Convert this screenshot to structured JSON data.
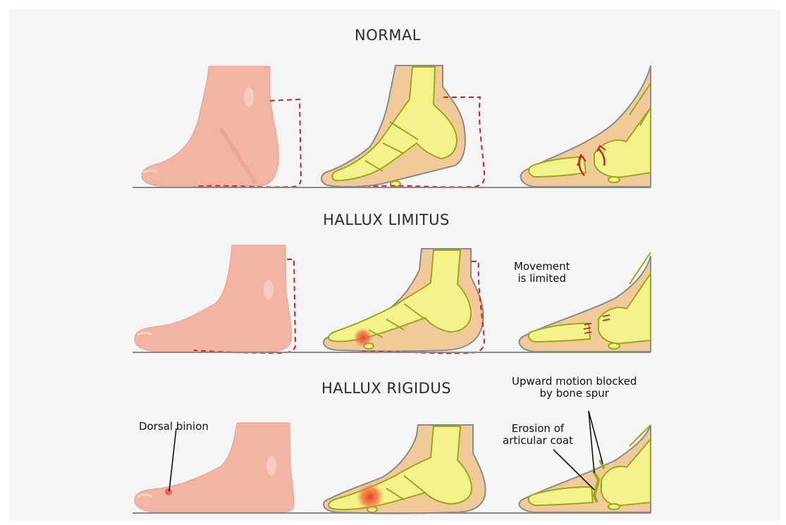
{
  "rows": [
    {
      "title": "NORMAL"
    },
    {
      "title": "HALLUX LIMITUS"
    },
    {
      "title": "HALLUX RIGIDUS"
    }
  ],
  "annotations": {
    "movement_line1": "Movement",
    "movement_line2": "is limited",
    "upward_line1": "Upward motion blocked",
    "upward_line2": "by bone spur",
    "erosion_line1": "Erosion of",
    "erosion_line2": "articular coat",
    "dorsal": "Dorsal binion"
  },
  "colors": {
    "skin": "#f2b5a3",
    "skin_shadow": "#e79a86",
    "flesh": "#f2c999",
    "bone": "#f1f38a",
    "bone_outline": "#9aa917",
    "dash": "#d0202a",
    "ground": "#8a8a8a",
    "inflammation": "#e8402a"
  }
}
